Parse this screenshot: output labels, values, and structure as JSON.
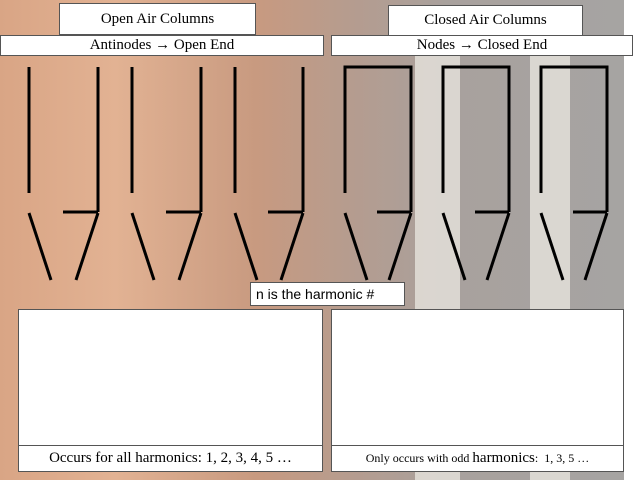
{
  "titles": {
    "open": "Open Air Columns",
    "closed": "Closed Air Columns"
  },
  "subtitles": {
    "open": "Antinodes → Open End",
    "closed": "Nodes → Closed End"
  },
  "note": "n is the harmonic #",
  "captions": {
    "open": "Occurs for all harmonics:  1, 2, 3, 4, 5 …",
    "closed_small": "Only occurs with odd ",
    "closed_big": "harmonics",
    "closed_tail": ":  1, 3, 5 …"
  }
}
